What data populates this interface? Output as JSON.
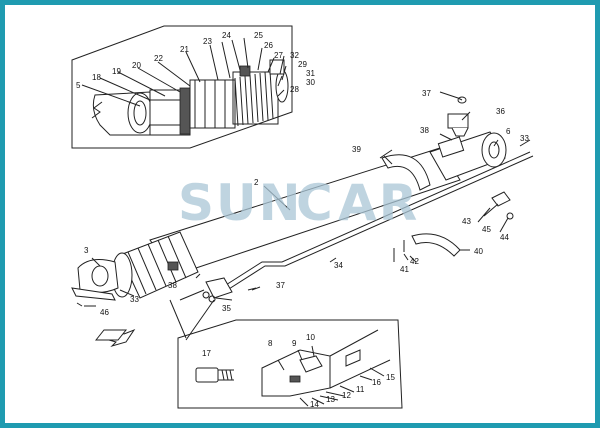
{
  "watermark": {
    "part1": "SUN",
    "part2": "C",
    "part3": "AR"
  },
  "colors": {
    "frame": "#1f9bb0",
    "watermark": "#aac6d6",
    "ink": "#222222"
  },
  "labels": {
    "l2": "2",
    "l3": "3",
    "l5": "5",
    "l6": "6",
    "l8": "8",
    "l9": "9",
    "l10": "10",
    "l11": "11",
    "l12": "12",
    "l13": "13",
    "l14": "14",
    "l15": "15",
    "l16": "16",
    "l17": "17",
    "l18": "18",
    "l19": "19",
    "l20": "20",
    "l21": "21",
    "l22": "22",
    "l23": "23",
    "l24": "24",
    "l25": "25",
    "l26": "26",
    "l27": "27",
    "l28": "28",
    "l29": "29",
    "l30": "30",
    "l31": "31",
    "l32": "32",
    "l33a": "33",
    "l33b": "33",
    "l34": "34",
    "l35": "35",
    "l36": "36",
    "l37a": "37",
    "l37b": "37",
    "l38a": "38",
    "l38b": "38",
    "l39": "39",
    "l40": "40",
    "l41": "41",
    "l42": "42",
    "l43": "43",
    "l44": "44",
    "l45": "45",
    "l46": "46"
  }
}
